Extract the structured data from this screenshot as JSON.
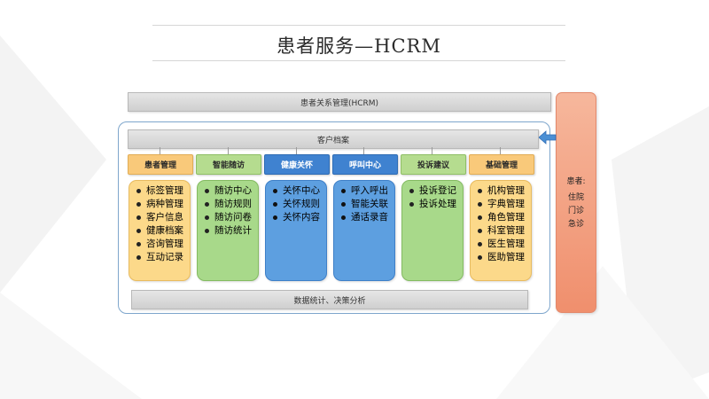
{
  "title": "患者服务—HCRM",
  "top_bar": "患者关系管理(HCRM)",
  "archive_bar": "客户档案",
  "bottom_bar": "数据统计、决策分析",
  "columns": [
    {
      "header": "患者管理",
      "items": [
        "标签管理",
        "病种管理",
        "客户信息",
        "健康档案",
        "咨询管理",
        "互动记录"
      ]
    },
    {
      "header": "智能随访",
      "items": [
        "随访中心",
        "随访规则",
        "随访问卷",
        "随访统计"
      ]
    },
    {
      "header": "健康关怀",
      "items": [
        "关怀中心",
        "关怀规则",
        "关怀内容"
      ]
    },
    {
      "header": "呼叫中心",
      "items": [
        "呼入呼出",
        "智能关联",
        "通话录音"
      ]
    },
    {
      "header": "投诉建议",
      "items": [
        "投诉登记",
        "投诉处理"
      ]
    },
    {
      "header": "基础管理",
      "items": [
        "机构管理",
        "字典管理",
        "角色管理",
        "科室管理",
        "医生管理",
        "医助管理"
      ]
    }
  ],
  "side_panel": {
    "label": "患者:",
    "items": [
      "住院",
      "门诊",
      "急诊"
    ]
  },
  "colors": {
    "orange_header": "#f9c97a",
    "orange_body": "#fcd98a",
    "green_header": "#b5dc8f",
    "green_body": "#a8d98a",
    "blue_header": "#3f82d0",
    "blue_body": "#5d9fe0",
    "side_panel": "#f4a283",
    "frame": "#7ea6cc"
  }
}
